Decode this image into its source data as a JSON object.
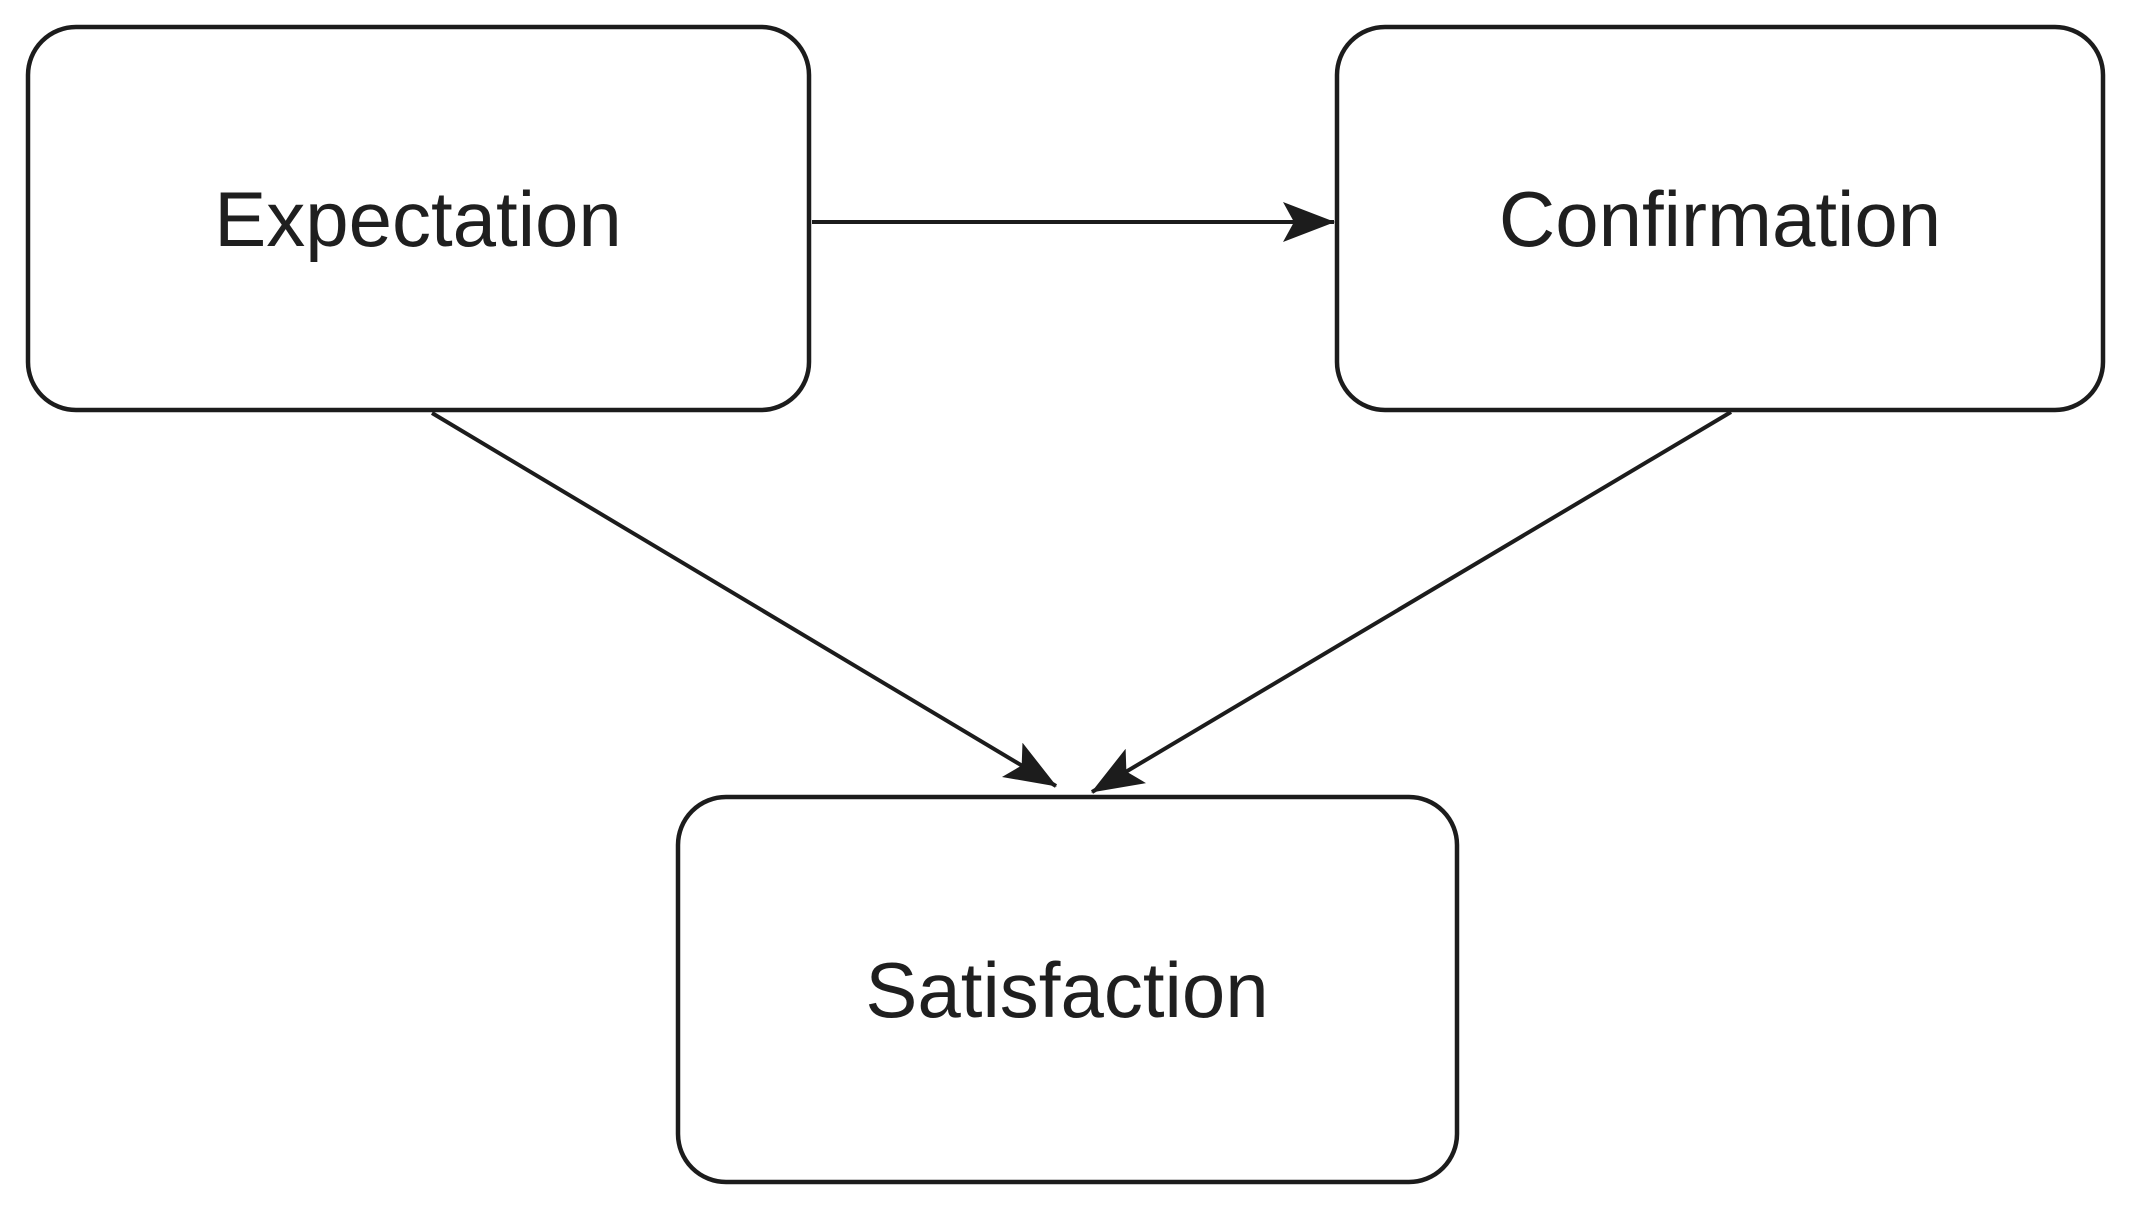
{
  "diagram": {
    "type": "flow-diagram",
    "background_color": "#ffffff",
    "node_fill_color": "#ffffff",
    "node_stroke_color": "#1c1c1c",
    "text_color": "#1f1f1f",
    "nodes": [
      {
        "id": "expectation",
        "label": "Expectation",
        "shape": "rounded-rectangle"
      },
      {
        "id": "confirmation",
        "label": "Confirmation",
        "shape": "rounded-rectangle"
      },
      {
        "id": "satisfaction",
        "label": "Satisfaction",
        "shape": "rounded-rectangle"
      }
    ],
    "edges": [
      {
        "from": "expectation",
        "to": "confirmation",
        "style": "solid",
        "arrow": "filled-triangle"
      },
      {
        "from": "expectation",
        "to": "satisfaction",
        "style": "solid",
        "arrow": "filled-triangle"
      },
      {
        "from": "confirmation",
        "to": "satisfaction",
        "style": "solid",
        "arrow": "filled-triangle"
      }
    ]
  }
}
